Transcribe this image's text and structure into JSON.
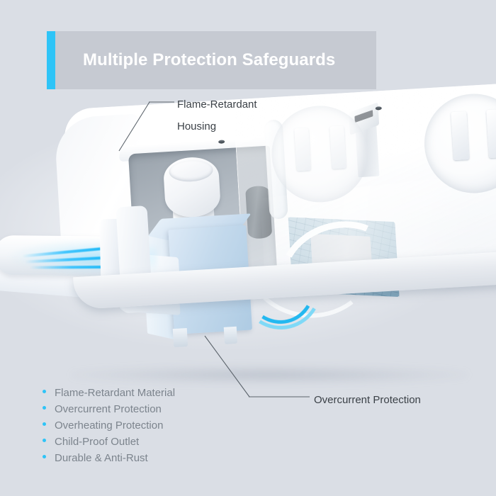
{
  "header": {
    "title": "Multiple Protection Safeguards",
    "accent_color": "#2ec4f7",
    "band_color": "#c6cad2",
    "title_color": "#ffffff"
  },
  "callouts": [
    {
      "name": "flame-retardant-housing",
      "line1": "Flame-Retardant",
      "line2": "Housing"
    },
    {
      "name": "overcurrent-protection",
      "line1": "Overcurrent Protection",
      "line2": ""
    }
  ],
  "features": {
    "bullet_color": "#2ec4f7",
    "text_color": "#7c848d",
    "items": [
      "Flame-Retardant Material",
      "Overcurrent Protection",
      "Overheating Protection",
      "Child-Proof Outlet",
      "Durable & Anti-Rust"
    ]
  },
  "product": {
    "name": "power-strip-cutaway-render",
    "background_color": "#dadee5",
    "body_color": "#ffffff",
    "module_color": "#c3d9ec",
    "current_glow_color": "#15b7f5"
  }
}
